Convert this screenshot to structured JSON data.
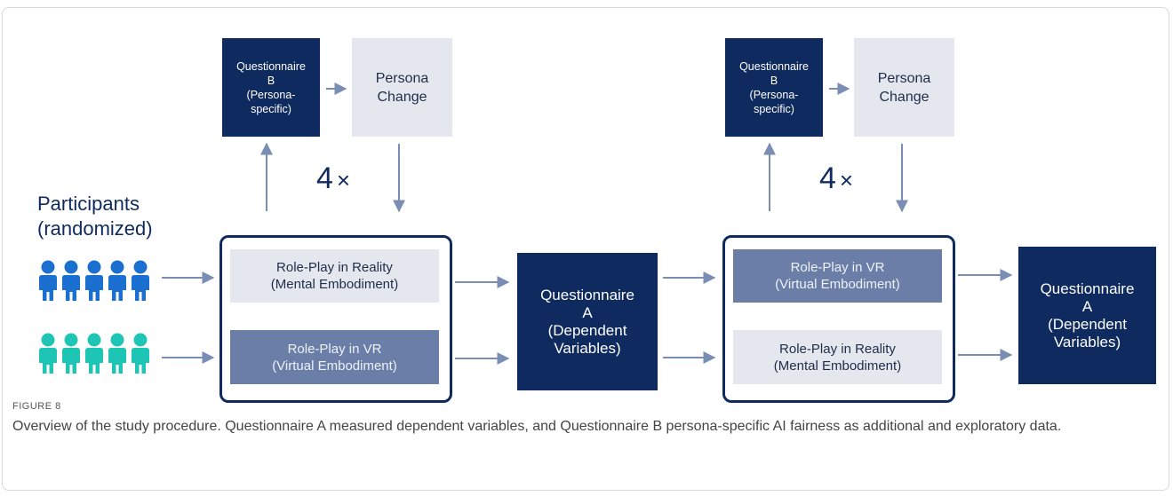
{
  "participants": {
    "line1": "Participants",
    "line2": "(randomized)"
  },
  "colors": {
    "dark": "#0e2a5e",
    "light": "#e4e8ee",
    "mid": "#6b7ea8",
    "group_a": "#1a6fd1",
    "group_b": "#1fc5b4",
    "arrow": "#7a8db5"
  },
  "left_block": {
    "questionnaire_b": [
      "Questionnaire",
      "B",
      "(Persona-",
      "specific)"
    ],
    "persona_change": [
      "Persona",
      "Change"
    ],
    "repeat": "4",
    "top_role": [
      "Role-Play in Reality",
      "(Mental Embodiment)"
    ],
    "bottom_role": [
      "Role-Play in VR",
      "(Virtual Embodiment)"
    ],
    "questionnaire_a": [
      "Questionnaire",
      "A",
      "(Dependent",
      "Variables)"
    ]
  },
  "right_block": {
    "questionnaire_b": [
      "Questionnaire",
      "B",
      "(Persona-",
      "specific)"
    ],
    "persona_change": [
      "Persona",
      "Change"
    ],
    "repeat": "4",
    "top_role": [
      "Role-Play in VR",
      "(Virtual Embodiment)"
    ],
    "bottom_role": [
      "Role-Play in Reality",
      "(Mental Embodiment)"
    ],
    "questionnaire_a": [
      "Questionnaire",
      "A",
      "(Dependent",
      "Variables)"
    ]
  },
  "caption": {
    "label": "FIGURE 8",
    "text": "Overview of the study procedure. Questionnaire A measured dependent variables, and Questionnaire B persona-specific AI fairness as additional and exploratory data."
  }
}
